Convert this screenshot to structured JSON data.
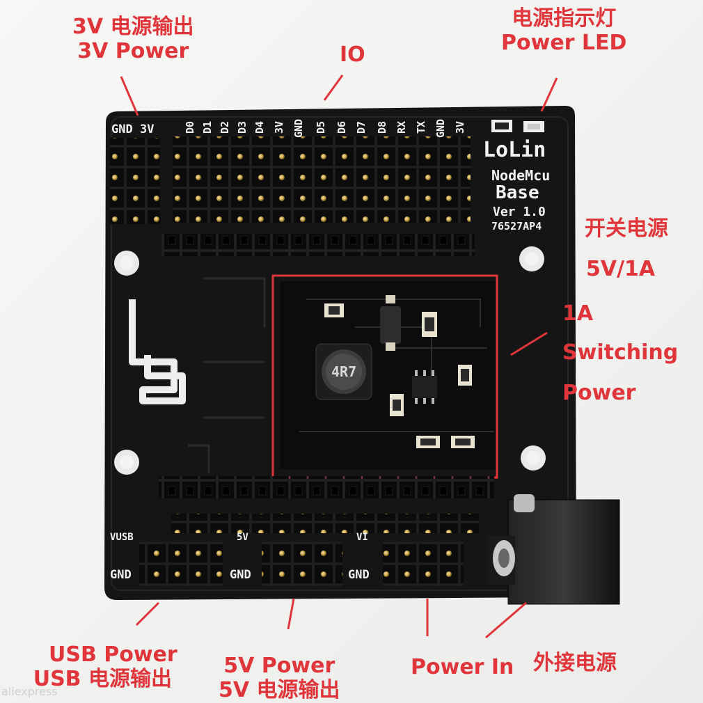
{
  "annotations": {
    "power_3v": {
      "cn": "3V 电源输出",
      "en": "3V Power"
    },
    "io": "IO",
    "power_led": {
      "cn": "电源指示灯",
      "en": "Power LED"
    },
    "switch_power": {
      "cn": "开关电源",
      "en": "5V/1A"
    },
    "switching": {
      "line1": "1A",
      "line2": "Switching",
      "line3": "Power"
    },
    "usb_power": {
      "en": "USB Power",
      "cn": "USB 电源输出"
    },
    "power_5v": {
      "en": "5V Power",
      "cn": "5V 电源输出"
    },
    "power_in": "Power In",
    "external_power": "外接电源"
  },
  "board": {
    "brand": "LoLin",
    "model": "NodeMcu",
    "subtitle": "Base",
    "version": "Ver 1.0",
    "code": "76527AP4",
    "inductor": "4R7",
    "top_pins": [
      "GND",
      "3V",
      "D0",
      "D1",
      "D2",
      "D3",
      "D4",
      "3V",
      "GND",
      "D5",
      "D6",
      "D7",
      "D8",
      "RX",
      "TX",
      "GND",
      "3V"
    ],
    "bottom_labels": {
      "vusb": "VUSB",
      "v5": "5V",
      "vin": "VI",
      "gnd": "GND"
    }
  },
  "colors": {
    "annotation": "#e0353a",
    "pcb": "#151515",
    "silkscreen": "#f2f2f2",
    "highlight_box": "#e0353a"
  },
  "watermark": "aliexpress"
}
